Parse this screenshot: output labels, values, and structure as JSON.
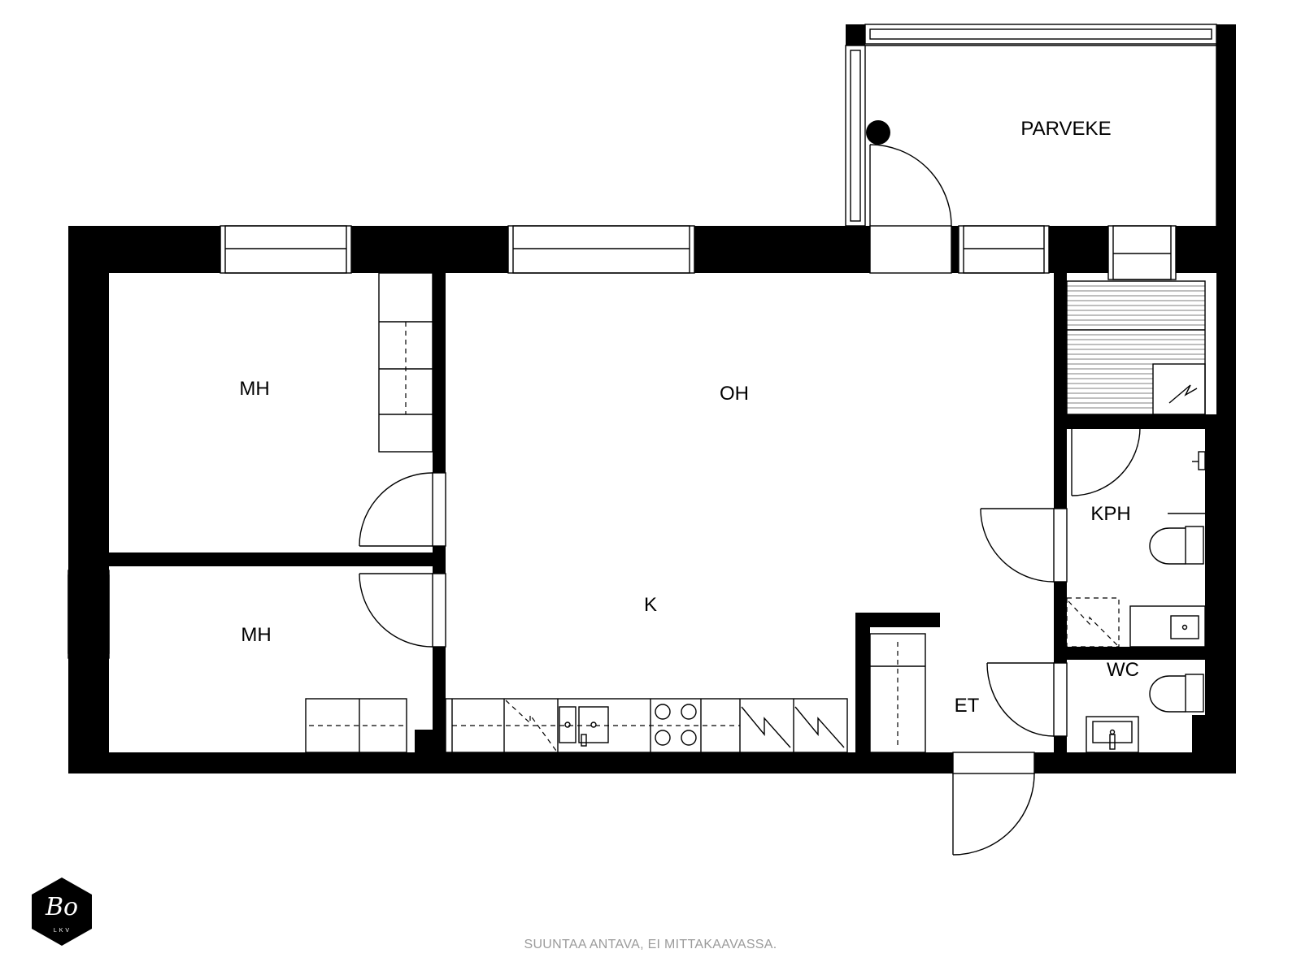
{
  "rooms": {
    "mh_top": "MH",
    "mh_bottom": "MH",
    "oh": "OH",
    "k": "K",
    "parveke": "PARVEKE",
    "kph": "KPH",
    "wc": "WC",
    "et": "ET"
  },
  "disclaimer": "SUUNTAA ANTAVA, EI MITTAKAAVASSA.",
  "logo": {
    "mark": "Bo",
    "sub": "LKV"
  },
  "colors": {
    "wall": "#000000",
    "background": "#ffffff",
    "disclaimer": "#9b9b9b"
  }
}
